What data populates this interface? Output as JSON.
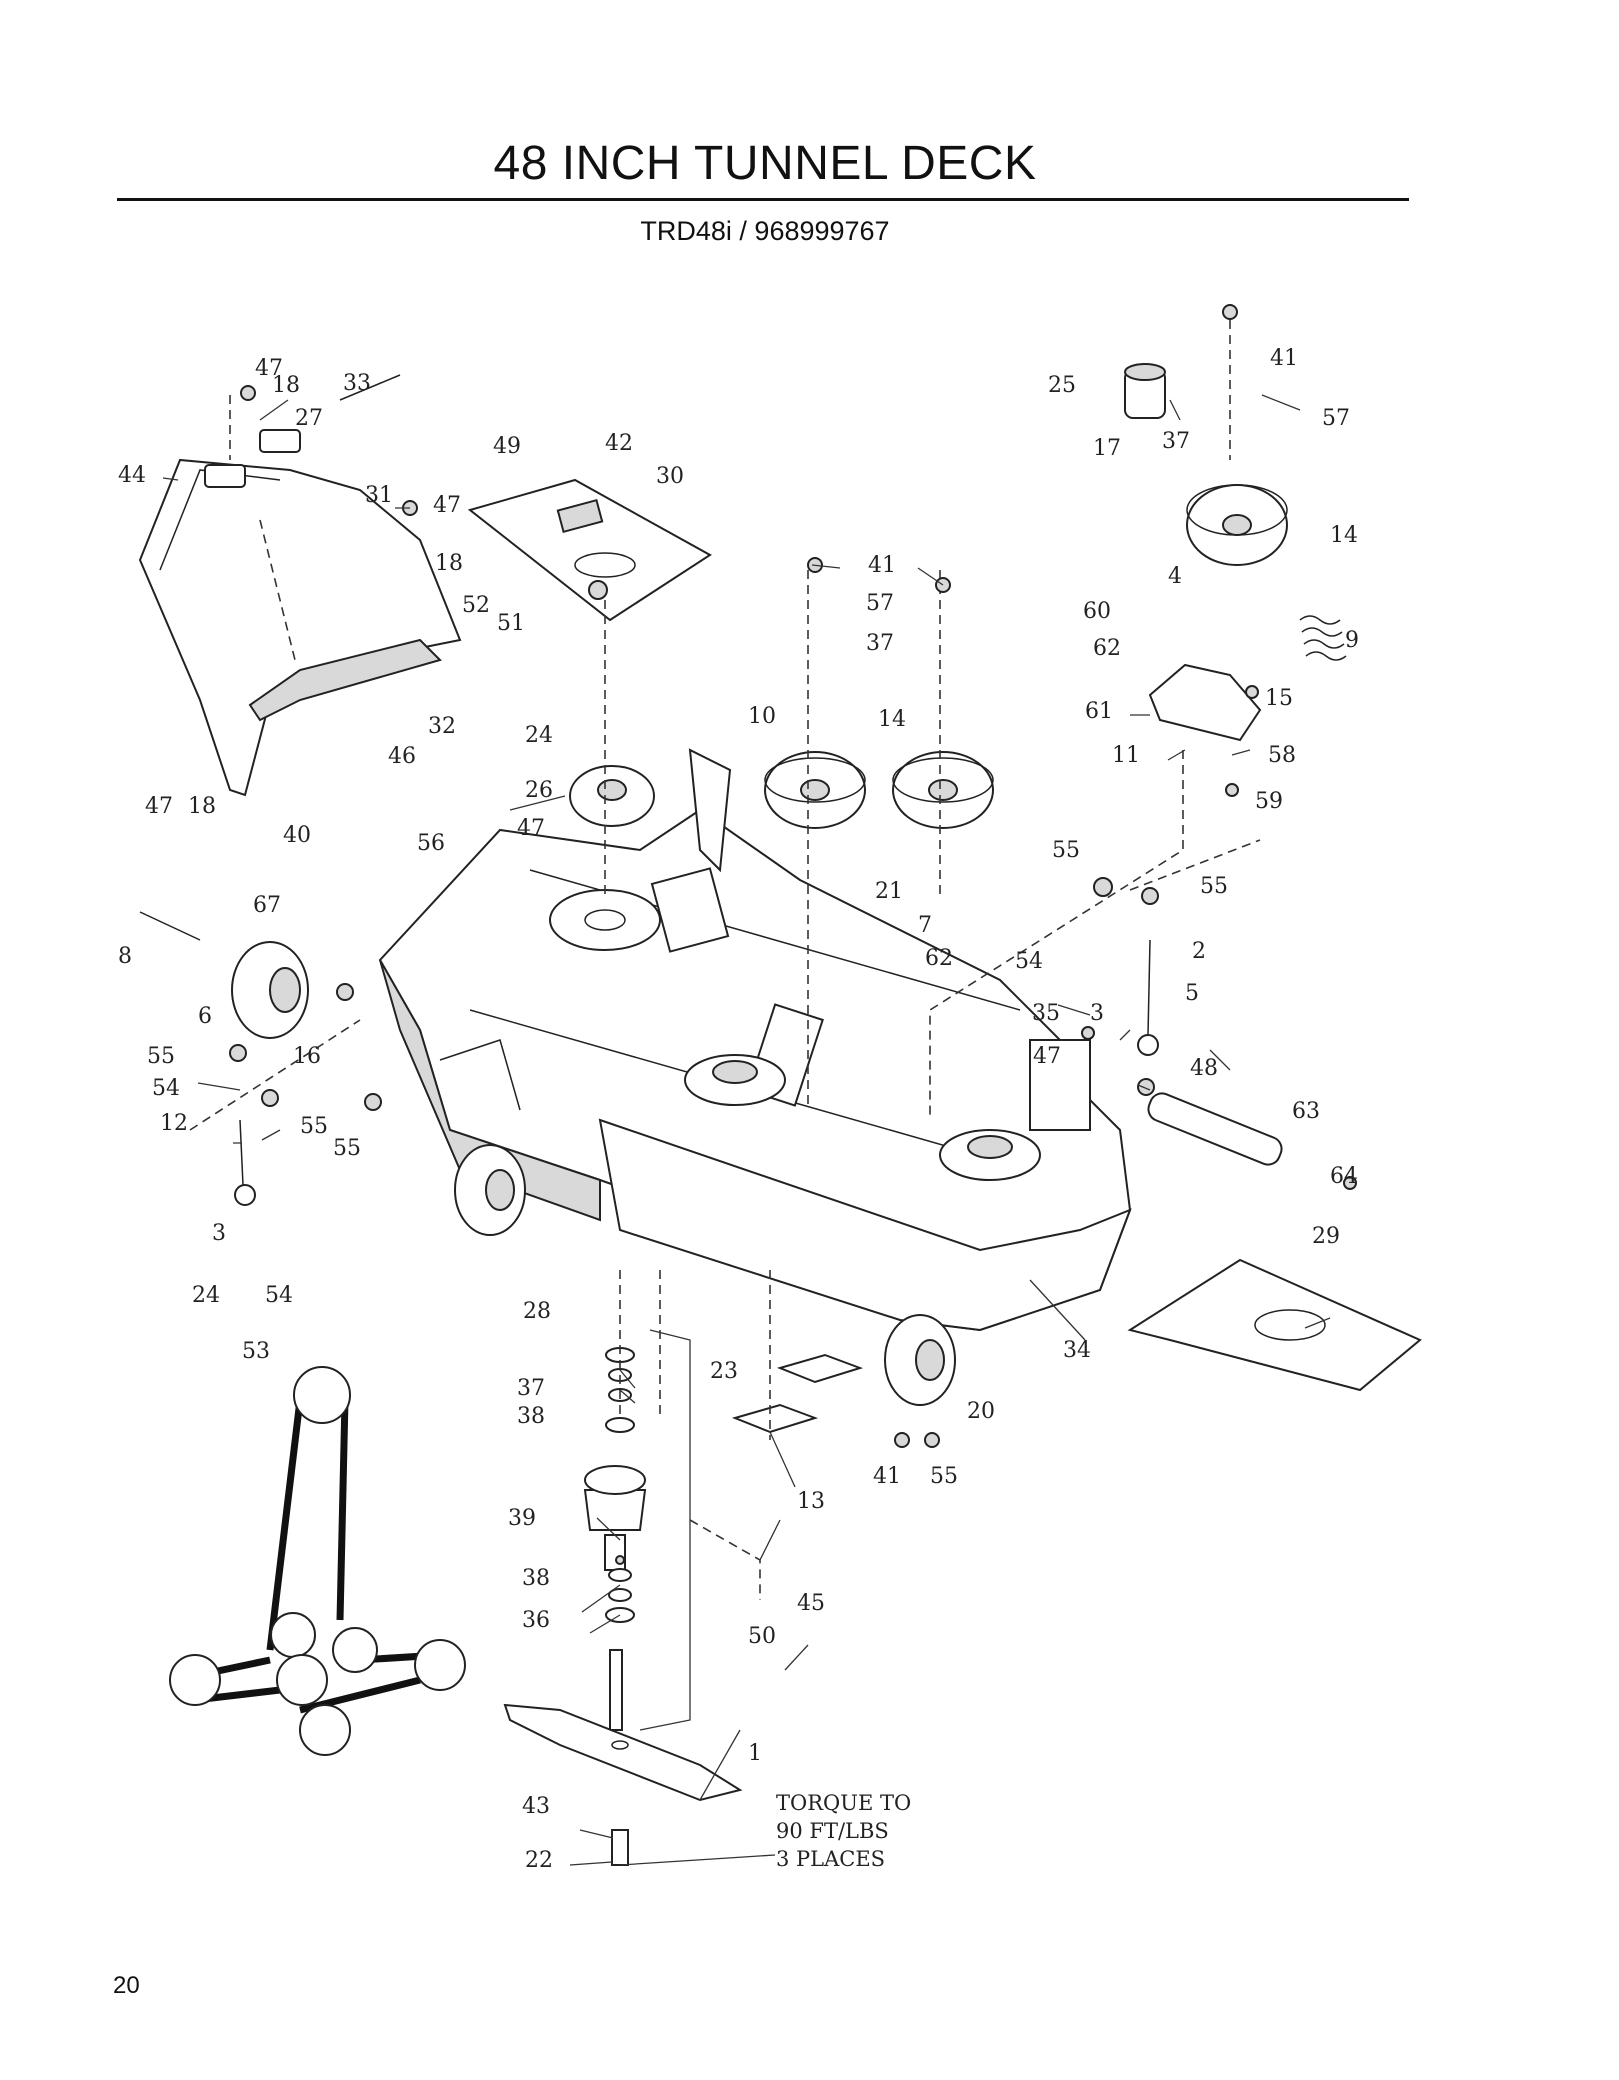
{
  "header": {
    "title": "48 INCH TUNNEL DECK",
    "subtitle": "TRD48i / 968999767"
  },
  "footer": {
    "page_number": "20"
  },
  "diagram": {
    "note": [
      "TORQUE TO",
      "90 FT/LBS",
      "3 PLACES"
    ],
    "callouts": [
      "47",
      "18",
      "33",
      "27",
      "44",
      "31",
      "47",
      "18",
      "49",
      "42",
      "30",
      "52",
      "51",
      "32",
      "46",
      "47",
      "18",
      "40",
      "41",
      "57",
      "37",
      "10",
      "14",
      "24",
      "26",
      "47",
      "56",
      "21",
      "25",
      "17",
      "37",
      "41",
      "57",
      "14",
      "4",
      "60",
      "62",
      "9",
      "15",
      "61",
      "58",
      "11",
      "59",
      "67",
      "8",
      "6",
      "16",
      "55",
      "54",
      "12",
      "55",
      "55",
      "3",
      "24",
      "54",
      "28",
      "7",
      "62",
      "55",
      "55",
      "2",
      "54",
      "5",
      "35",
      "3",
      "47",
      "48",
      "63",
      "64",
      "29",
      "34",
      "53",
      "37",
      "38",
      "23",
      "20",
      "41",
      "55",
      "39",
      "13",
      "38",
      "45",
      "36",
      "50",
      "1",
      "43",
      "22"
    ]
  }
}
